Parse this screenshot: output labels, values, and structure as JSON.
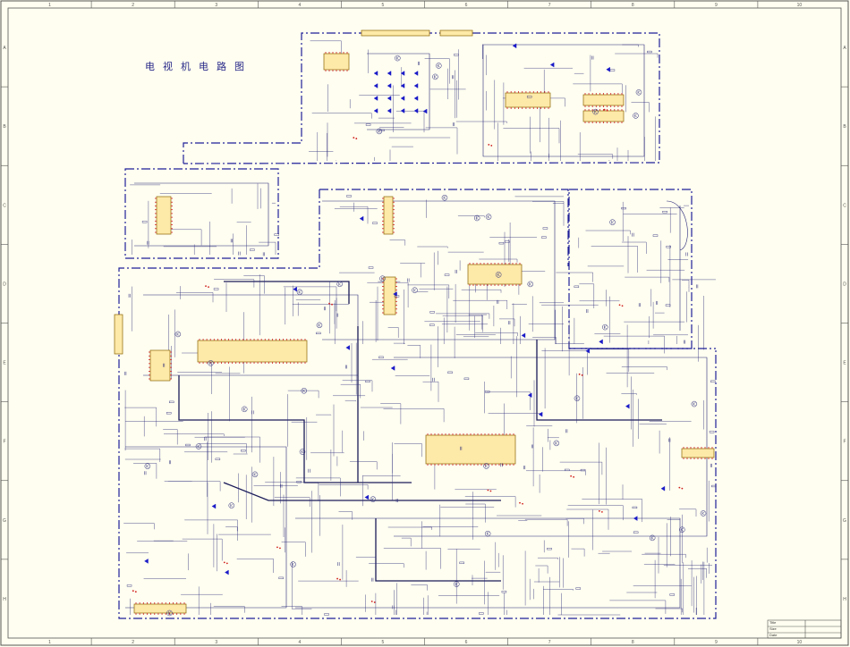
{
  "title": "电视机电路图",
  "colors": {
    "background": "#fffef0",
    "border": "#555555",
    "wire": "#26267a",
    "dash": "#1f1f99",
    "ic_fill": "#fde9a8",
    "ic_stroke": "#8a6400",
    "pin": "#d0201e",
    "diode": "#1a1ac8"
  },
  "border": {
    "columns": [
      "1",
      "2",
      "3",
      "4",
      "5",
      "6",
      "7",
      "8",
      "9",
      "10"
    ],
    "rows": [
      "A",
      "B",
      "C",
      "D",
      "E",
      "F",
      "G",
      "H"
    ]
  },
  "title_block": {
    "rows": [
      "Title",
      "Size",
      "Date"
    ]
  }
}
